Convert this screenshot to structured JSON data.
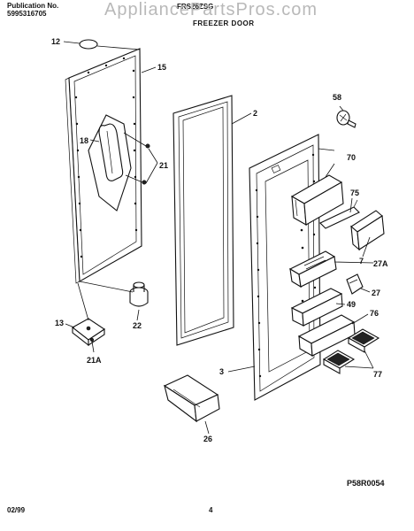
{
  "header": {
    "publication_label": "Publication No.",
    "publication_number": "5995316705",
    "model": "FRS26ZSG",
    "section_title": "FREEZER DOOR"
  },
  "watermark": "AppliancePartsPros.com",
  "callouts": [
    "12",
    "15",
    "2",
    "58",
    "18",
    "21",
    "70",
    "75",
    "7",
    "27A",
    "27",
    "49",
    "76",
    "13",
    "22",
    "21A",
    "3",
    "77",
    "26"
  ],
  "diagram_code": "P58R0054",
  "footer": {
    "date": "02/99",
    "page": "4"
  }
}
